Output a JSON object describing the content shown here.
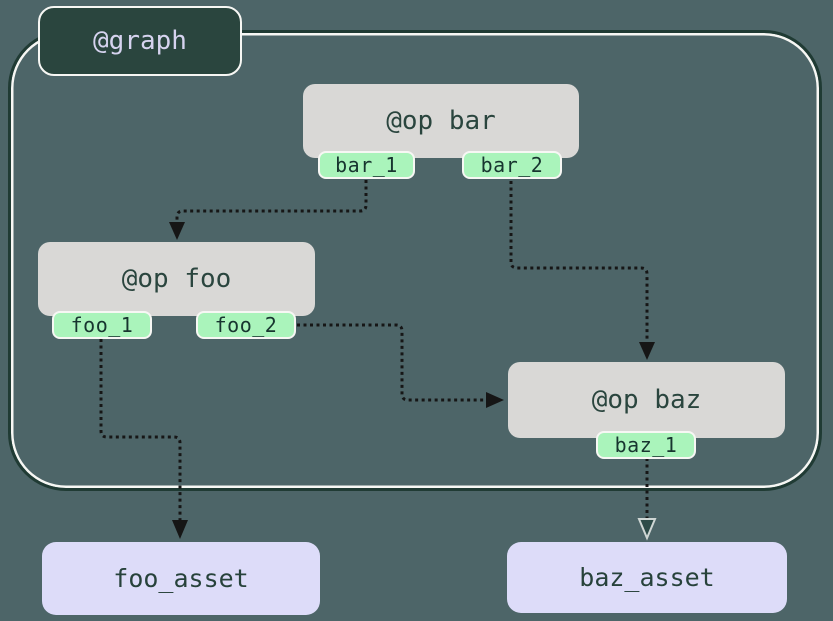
{
  "graph_label": "@graph",
  "nodes": {
    "bar": {
      "label": "@op bar",
      "outputs": [
        "bar_1",
        "bar_2"
      ]
    },
    "foo": {
      "label": "@op foo",
      "outputs": [
        "foo_1",
        "foo_2"
      ]
    },
    "baz": {
      "label": "@op baz",
      "outputs": [
        "baz_1"
      ]
    }
  },
  "assets": {
    "foo": {
      "label": "foo_asset"
    },
    "baz": {
      "label": "baz_asset"
    }
  },
  "edges": [
    {
      "from": "bar.bar_1",
      "to": "op foo",
      "style": "dotted",
      "arrow": "solid"
    },
    {
      "from": "bar.bar_2",
      "to": "op baz",
      "style": "dotted",
      "arrow": "solid"
    },
    {
      "from": "foo.foo_2",
      "to": "op baz",
      "style": "dotted",
      "arrow": "solid"
    },
    {
      "from": "foo.foo_1",
      "to": "foo_asset",
      "style": "dotted",
      "arrow": "solid"
    },
    {
      "from": "baz.baz_1",
      "to": "baz_asset",
      "style": "dotted",
      "arrow": "hollow"
    }
  ],
  "colors": {
    "background": "#4d6568",
    "graph-fill": "#2a453e",
    "graph-text": "#d6d3ef",
    "border-dark": "#203b34",
    "border-light": "#f7f7f4",
    "op-fill": "#d9d8d6",
    "op-text": "#2a453e",
    "tag-fill": "#aaf4bb",
    "tag-text": "#17352f",
    "asset-fill": "#dddcf9",
    "asset-text": "#27423b",
    "edge": "#161616",
    "hollow-arrow-fill": "#2d4b48",
    "hollow-arrow-stroke": "#cfd6d4"
  }
}
